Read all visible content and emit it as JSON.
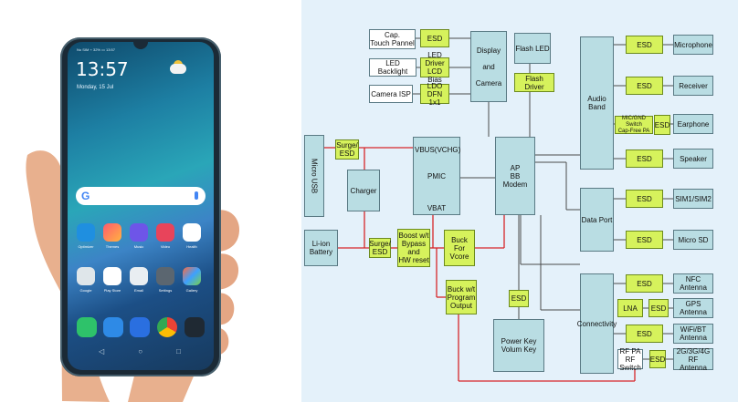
{
  "phone": {
    "time": "13:57",
    "date": "Monday, 15 Jul",
    "status": "No SIM  ⌁     32% ▭ 13:57",
    "apps_row1": [
      "Optimizer",
      "Themes",
      "Music",
      "Video",
      "Health"
    ],
    "apps_row2": [
      "Google",
      "Play Store",
      "Email",
      "Settings",
      "Gallery"
    ],
    "nav": [
      "◁",
      "○",
      "□"
    ]
  },
  "diagram": {
    "blocks": {
      "cap_touch_panel": "Cap.\nTouch Pannel",
      "esd_touch": "ESD",
      "display_camera": "Display\n\nand\n\nCamera",
      "led_backlight": "LED Backlight",
      "led_driver": "LED Driver\nLCD Bias",
      "camera_isp": "Camera ISP",
      "ldo": "LDO\nDFN 1x1",
      "flash_led": "Flash LED",
      "flash_driver": "Flash Driver",
      "audio_band": "Audio\nBand",
      "esd_mic": "ESD",
      "microphone": "Microphone",
      "esd_receiver": "ESD",
      "receiver": "Receiver",
      "mic_gnd_switch": "MIC/GND Switch\nCap-Free PA",
      "esd_earphone": "ESD",
      "earphone": "Earphone",
      "esd_speaker": "ESD",
      "speaker": "Speaker",
      "micro_usb": "Micro USB",
      "surge_esd_usb": "Surge/\nESD",
      "charger": "Charger",
      "pmic": "PMIC",
      "vbus": "VBUS(VCHG)",
      "vbat": "VBAT",
      "ap_bb_modem": "AP\nBB\nModem",
      "data_port": "Data Port",
      "esd_sim": "ESD",
      "sim": "SIM1/SIM2",
      "esd_sd": "ESD",
      "micro_sd": "Micro SD",
      "li_ion_battery": "Li-ion\nBattery",
      "surge_esd_batt": "Surge/\nESD",
      "boost": "Boost w/t\nBypass and\nHW reset",
      "buck_vcore": "Buck\nFor Vcore",
      "buck_program": "Buck w/t\nProgram\nOutput",
      "esd_power_key": "ESD",
      "power_volume_key": "Power Key\nVolum Key",
      "connectivity": "Connectivity",
      "esd_nfc": "ESD",
      "nfc_antenna": "NFC\nAntenna",
      "lna": "LNA",
      "esd_gps": "ESD",
      "gps_antenna": "GPS\nAntenna",
      "esd_wifi": "ESD",
      "wifi_bt_antenna": "WiFi/BT\nAntenna",
      "rf_pa_switch": "RF PA\nRF Switch",
      "esd_rf": "ESD",
      "rf_antenna": "2G/3G/4G\nRF Antenna"
    },
    "colors": {
      "block_fill": "#b9dde3",
      "esd_fill": "#d6f25c",
      "power_line": "#d6262a",
      "signal_line": "#4a4a4a"
    }
  }
}
